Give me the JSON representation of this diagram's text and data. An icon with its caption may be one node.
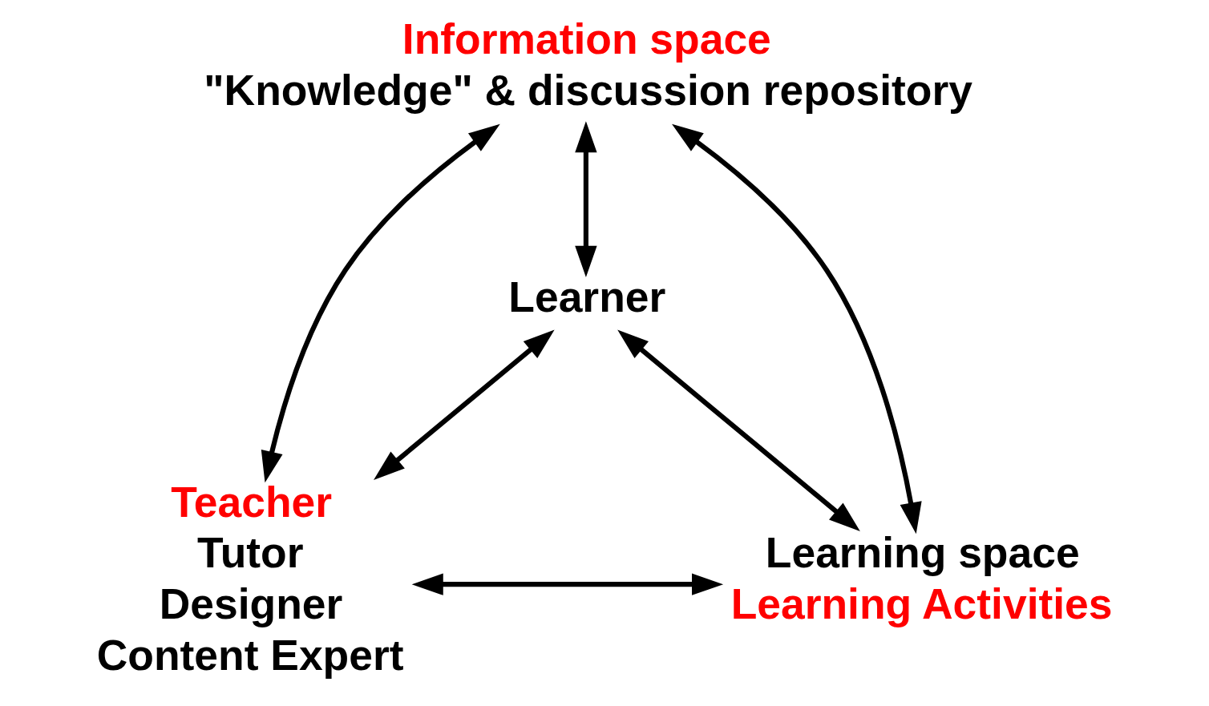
{
  "diagram": {
    "nodes": [
      {
        "text": [
          "Information space",
          "\"Knowledge\" & discussion repository"
        ]
      },
      {
        "text": [
          "Learner"
        ]
      },
      {
        "text": [
          "Teacher",
          "Tutor",
          "Designer",
          "Content Expert"
        ]
      },
      {
        "text": [
          "Learning space",
          "Learning Activities"
        ]
      }
    ],
    "edges": [
      {
        "from": 0,
        "to": 2,
        "arrow": "both"
      },
      {
        "from": 0,
        "to": 1,
        "arrow": "both"
      },
      {
        "from": 0,
        "to": 3,
        "arrow": "both"
      },
      {
        "from": 1,
        "to": 2,
        "arrow": "both"
      },
      {
        "from": 1,
        "to": 3,
        "arrow": "both"
      },
      {
        "from": 2,
        "to": 3,
        "arrow": "both"
      }
    ]
  }
}
